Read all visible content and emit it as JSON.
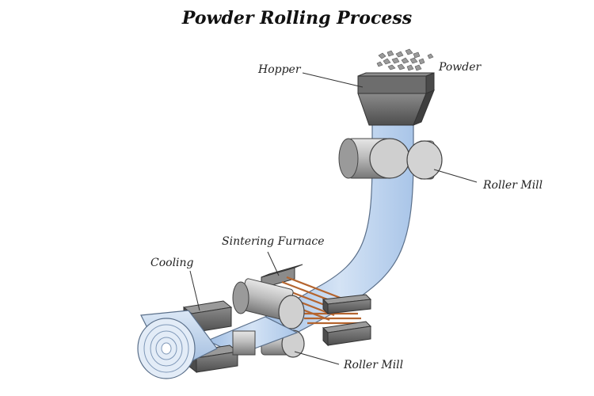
{
  "title": "Powder Rolling Process",
  "labels": {
    "hopper": "Hopper",
    "powder": "Powder",
    "roller_mill_top": "Roller Mill",
    "sintering_furnace": "Sintering Furnace",
    "cooling": "Cooling",
    "roller_mill_bottom": "Roller Mill"
  },
  "colors": {
    "strip": "#bcd3ee",
    "strip_edge": "#5a6f8a",
    "steel_dark": "#5f5f5f",
    "steel_light": "#c8c8c8",
    "heater": "#c47a45"
  }
}
